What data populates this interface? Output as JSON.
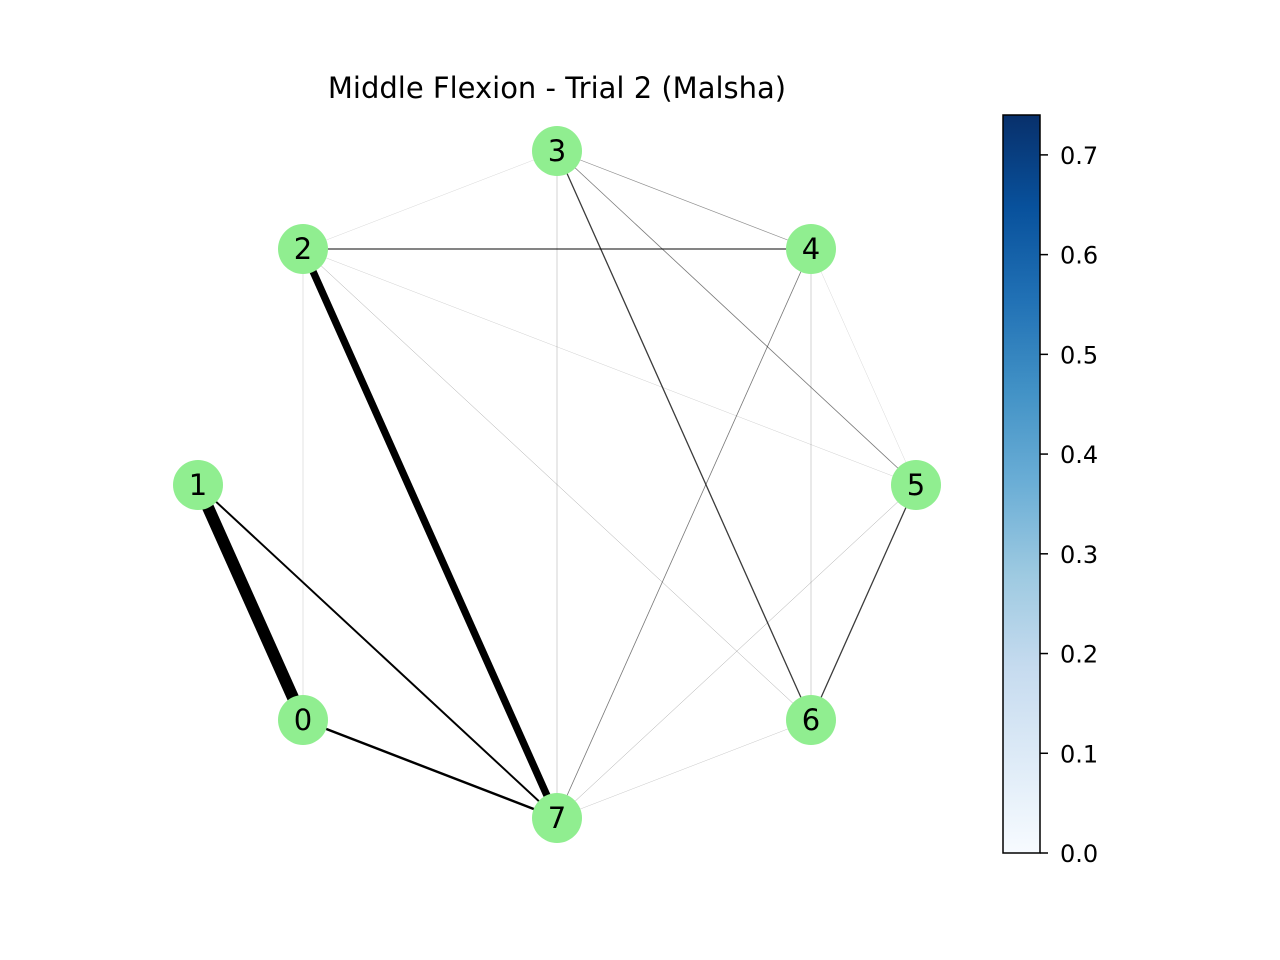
{
  "figure": {
    "title": "Middle Flexion - Trial 2 (Malsha)"
  },
  "graph": {
    "node_color": "#90ee90",
    "edge_color": "#000000",
    "nodes": [
      {
        "id": "0",
        "label": "0"
      },
      {
        "id": "1",
        "label": "1"
      },
      {
        "id": "2",
        "label": "2"
      },
      {
        "id": "3",
        "label": "3"
      },
      {
        "id": "4",
        "label": "4"
      },
      {
        "id": "5",
        "label": "5"
      },
      {
        "id": "6",
        "label": "6"
      },
      {
        "id": "7",
        "label": "7"
      }
    ],
    "edges": [
      {
        "source": "1",
        "target": "0",
        "weight": 0.74
      },
      {
        "source": "2",
        "target": "7",
        "weight": 0.45
      },
      {
        "source": "0",
        "target": "7",
        "weight": 0.15
      },
      {
        "source": "1",
        "target": "7",
        "weight": 0.12
      },
      {
        "source": "2",
        "target": "4",
        "weight": 0.08
      },
      {
        "source": "3",
        "target": "6",
        "weight": 0.08
      },
      {
        "source": "5",
        "target": "6",
        "weight": 0.08
      },
      {
        "source": "3",
        "target": "5",
        "weight": 0.05
      },
      {
        "source": "4",
        "target": "7",
        "weight": 0.05
      },
      {
        "source": "3",
        "target": "4",
        "weight": 0.04
      },
      {
        "source": "2",
        "target": "6",
        "weight": 0.03
      },
      {
        "source": "5",
        "target": "7",
        "weight": 0.03
      },
      {
        "source": "3",
        "target": "7",
        "weight": 0.03
      },
      {
        "source": "4",
        "target": "6",
        "weight": 0.03
      },
      {
        "source": "6",
        "target": "7",
        "weight": 0.02
      },
      {
        "source": "2",
        "target": "0",
        "weight": 0.02
      },
      {
        "source": "2",
        "target": "5",
        "weight": 0.015
      },
      {
        "source": "4",
        "target": "5",
        "weight": 0.01
      },
      {
        "source": "2",
        "target": "3",
        "weight": 0.01
      }
    ]
  },
  "colorbar": {
    "colormap": "Blues",
    "min": 0.0,
    "max": 0.74,
    "colors": [
      "#f7fbff",
      "#deebf7",
      "#c6dbef",
      "#9ecae1",
      "#6baed6",
      "#4292c6",
      "#2171b5",
      "#08519c",
      "#08306b"
    ],
    "ticks": [
      {
        "value": 0.0,
        "label": "0.0"
      },
      {
        "value": 0.1,
        "label": "0.1"
      },
      {
        "value": 0.2,
        "label": "0.2"
      },
      {
        "value": 0.3,
        "label": "0.3"
      },
      {
        "value": 0.4,
        "label": "0.4"
      },
      {
        "value": 0.5,
        "label": "0.5"
      },
      {
        "value": 0.6,
        "label": "0.6"
      },
      {
        "value": 0.7,
        "label": "0.7"
      }
    ]
  }
}
